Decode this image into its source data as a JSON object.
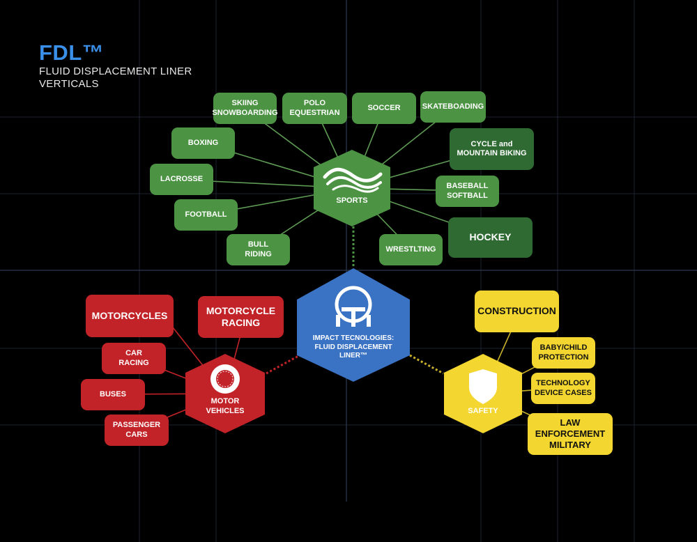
{
  "header": {
    "title": "FDL™",
    "subtitle_line1": "FLUID DISPLACEMENT LINER",
    "subtitle_line2": "VERTICALS"
  },
  "center": {
    "label": "IMPACT TECNOLOGIES:\nFLUID DISPLACEMENT\nLINER™",
    "color": "#3a72c4"
  },
  "sports": {
    "label": "SPORTS",
    "color": "#4c9443",
    "items": [
      "SKIING\nSNOWBOARDING",
      "POLO\nEQUESTRIAN",
      "SOCCER",
      "SKATEBOADING",
      "BOXING",
      "CYCLE and\nMOUNTAIN BIKING",
      "LACROSSE",
      "BASEBALL\nSOFTBALL",
      "FOOTBALL",
      "HOCKEY",
      "BULL\nRIDING",
      "WRESTLTING"
    ]
  },
  "motor": {
    "label": "MOTOR\nVEHICLES",
    "color": "#c22328",
    "items": [
      "MOTORCYCLES",
      "MOTORCYCLE\nRACING",
      "CAR\nRACING",
      "BUSES",
      "PASSENGER\nCARS"
    ]
  },
  "safety": {
    "label": "SAFETY",
    "color": "#f3d62f",
    "items": [
      "CONSTRUCTION",
      "BABY/CHILD\nPROTECTION",
      "TECHNOLOGY\nDEVICE CASES",
      "LAW\nENFORCEMENT\nMILITARY"
    ]
  }
}
